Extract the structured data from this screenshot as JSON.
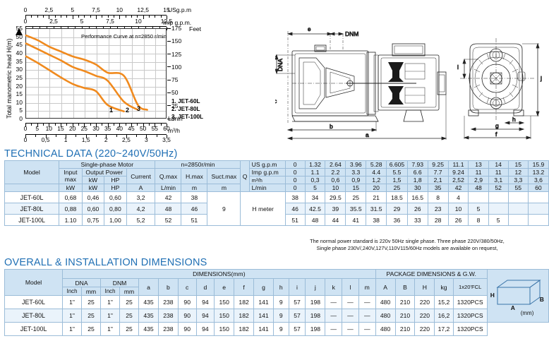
{
  "chart": {
    "title_note": "Performance Curve at n=2850 r/min",
    "ylabel": "Total manometric head H(m)",
    "y_ticks": [
      0,
      5,
      10,
      15,
      20,
      25,
      30,
      35,
      40,
      45,
      50,
      55
    ],
    "y_right_label": "Feet",
    "y_right_ticks": [
      0,
      25,
      50,
      75,
      100,
      125,
      150,
      175
    ],
    "axis_top1_name": "USg.p.m",
    "axis_top1_ticks": [
      "0",
      "2,5",
      "5",
      "7,5",
      "10",
      "12,5",
      "15"
    ],
    "axis_top2_name": "Imp g.p.m.",
    "axis_top2_ticks": [
      "0",
      "2,5",
      "5",
      "7,5",
      "10",
      "12,5"
    ],
    "axis_bottom1_name": "L/min",
    "axis_bottom1_ticks": [
      "0",
      "5",
      "10",
      "15",
      "20",
      "25",
      "30",
      "35",
      "40",
      "45",
      "50",
      "55",
      "60"
    ],
    "axis_bottom2_name": "m³/h",
    "axis_bottom2_ticks": [
      "0",
      "0,5",
      "1",
      "1,5",
      "2",
      "2,5",
      "3",
      "3,5"
    ],
    "curve_tags": [
      "1",
      "2",
      "3"
    ],
    "legend": [
      "1. JET-60L",
      "2. JET-80L",
      "3, JET-100L"
    ],
    "curve_color": "#F08A1E"
  },
  "chart_data": {
    "type": "line",
    "title": "Performance Curve at n=2850 r/min",
    "xlabel": "L/min",
    "ylabel": "Total manometric head H(m)",
    "xlim": [
      0,
      60
    ],
    "ylim": [
      0,
      55
    ],
    "grid": true,
    "legend_position": "right",
    "series": [
      {
        "name": "1. JET-60L",
        "x": [
          0,
          5,
          10,
          15,
          20,
          25,
          30,
          35,
          42
        ],
        "y": [
          38,
          34,
          29.5,
          25,
          21,
          18.5,
          16.5,
          8,
          4
        ]
      },
      {
        "name": "2. JET-80L",
        "x": [
          0,
          5,
          10,
          15,
          20,
          25,
          30,
          35,
          42,
          48
        ],
        "y": [
          46,
          42.5,
          39,
          35.5,
          31.5,
          29,
          26,
          23,
          10,
          5
        ]
      },
      {
        "name": "3. JET-100L",
        "x": [
          0,
          5,
          10,
          15,
          20,
          25,
          30,
          35,
          42,
          48,
          52
        ],
        "y": [
          51,
          48,
          44,
          41,
          38,
          36,
          33,
          28,
          26,
          8,
          5
        ]
      }
    ]
  },
  "tech": {
    "title": "TECHNICAL DATA (220~240V/50Hz)",
    "h_model": "Model",
    "h_motor": "Single-phase Motor",
    "h_rpm": "n=2850r/min",
    "h_input_max": "Input max",
    "h_output_power": "Output Power",
    "h_current": "Current",
    "h_qmax": "Q.max",
    "h_hmax": "H.max",
    "h_suctmax": "Suct.max",
    "u_kw1": "kW",
    "u_kw2": "kW",
    "u_hp": "HP",
    "u_a": "A",
    "u_lmin": "L/min",
    "u_m1": "m",
    "u_m2": "m",
    "q_symbol": "Q",
    "q_rows": [
      "US g.p.m",
      "Imp g.p.m",
      "m³/h",
      "L/min"
    ],
    "h_meter": "H meter",
    "suct_value": "9",
    "rows": [
      {
        "model": "JET-60L",
        "input": "0,68",
        "kw": "0,46",
        "hp": "0,60",
        "a": "3,2",
        "qmax": "42",
        "hmax": "38"
      },
      {
        "model": "JET-80L",
        "input": "0,88",
        "kw": "0,60",
        "hp": "0,80",
        "a": "4,2",
        "qmax": "48",
        "hmax": "46"
      },
      {
        "model": "JET-100L",
        "input": "1.10",
        "kw": "0,75",
        "hp": "1,00",
        "a": "5,2",
        "qmax": "52",
        "hmax": "51"
      }
    ],
    "q_us": [
      "0",
      "1.32",
      "2.64",
      "3.96",
      "5.28",
      "6.605",
      "7.93",
      "9.25",
      "11.1",
      "13",
      "14",
      "15",
      "15.9"
    ],
    "q_imp": [
      "0",
      "1.1",
      "2.2",
      "3.3",
      "4.4",
      "5.5",
      "6.6",
      "7.7",
      "9.24",
      "11",
      "11",
      "12",
      "13.2"
    ],
    "q_m3h": [
      "0",
      "0,3",
      "0,6",
      "0,9",
      "1,2",
      "1,5",
      "1,8",
      "2,1",
      "2,52",
      "2,9",
      "3,1",
      "3,3",
      "3,6"
    ],
    "q_lmin": [
      "0",
      "5",
      "10",
      "15",
      "20",
      "25",
      "30",
      "35",
      "42",
      "48",
      "52",
      "55",
      "60"
    ],
    "h_60": [
      "38",
      "34",
      "29.5",
      "25",
      "21",
      "18.5",
      "16.5",
      "8",
      "4",
      "",
      "",
      "",
      ""
    ],
    "h_80": [
      "46",
      "42.5",
      "39",
      "35.5",
      "31.5",
      "29",
      "26",
      "23",
      "10",
      "5",
      "",
      "",
      ""
    ],
    "h_100": [
      "51",
      "48",
      "44",
      "41",
      "38",
      "36",
      "33",
      "28",
      "26",
      "8",
      "5",
      "",
      ""
    ],
    "note_line1": "The normal power standard is 220v 50Hz single phase. Three phase 220V/380/50Hz,",
    "note_line2": "Single phase 230V/,240V,127V,110V115/60Hz models are available on request,"
  },
  "dims": {
    "title": "OVERALL & INSTALLATION DIMENSIONS",
    "h_model": "Model",
    "h_dimensions": "DIMENSIONS(mm)",
    "h_package": "PACKAGE DIMENSIONS & G.W.",
    "h_dna": "DNA",
    "h_dnm": "DNM",
    "u_inch": "Inch",
    "u_mm": "mm",
    "cols": [
      "a",
      "b",
      "c",
      "d",
      "e",
      "f",
      "g",
      "h",
      "i",
      "j",
      "k",
      "l",
      "m"
    ],
    "pkg_cols": [
      "A",
      "B",
      "H",
      "kg",
      "1x20'FCL"
    ],
    "rows": [
      {
        "model": "JET-60L",
        "dna_inch": "1\"",
        "dna_mm": "25",
        "dnm_inch": "1\"",
        "dnm_mm": "25",
        "vals": [
          "435",
          "238",
          "90",
          "94",
          "150",
          "182",
          "141",
          "9",
          "57",
          "198",
          "—",
          "—",
          "—"
        ],
        "pkg": [
          "480",
          "210",
          "220",
          "15,2",
          "1320PCS"
        ]
      },
      {
        "model": "JET-80L",
        "dna_inch": "1\"",
        "dna_mm": "25",
        "dnm_inch": "1\"",
        "dnm_mm": "25",
        "vals": [
          "435",
          "238",
          "90",
          "94",
          "150",
          "182",
          "141",
          "9",
          "57",
          "198",
          "—",
          "—",
          "—"
        ],
        "pkg": [
          "480",
          "210",
          "220",
          "16,2",
          "1320PCS"
        ]
      },
      {
        "model": "JET-100L",
        "dna_inch": "1\"",
        "dna_mm": "25",
        "dnm_inch": "1\"",
        "dnm_mm": "25",
        "vals": [
          "435",
          "238",
          "90",
          "94",
          "150",
          "182",
          "141",
          "9",
          "57",
          "198",
          "—",
          "—",
          "—"
        ],
        "pkg": [
          "480",
          "210",
          "220",
          "17,2",
          "1320PCS"
        ]
      }
    ],
    "box_labels": {
      "h": "H",
      "a": "A",
      "b": "B",
      "unit": "(mm)"
    }
  },
  "drawing": {
    "labels": [
      "e",
      "DNM",
      "DNA",
      "d",
      "c",
      "b",
      "a",
      "f",
      "g",
      "h",
      "i",
      "j"
    ]
  }
}
